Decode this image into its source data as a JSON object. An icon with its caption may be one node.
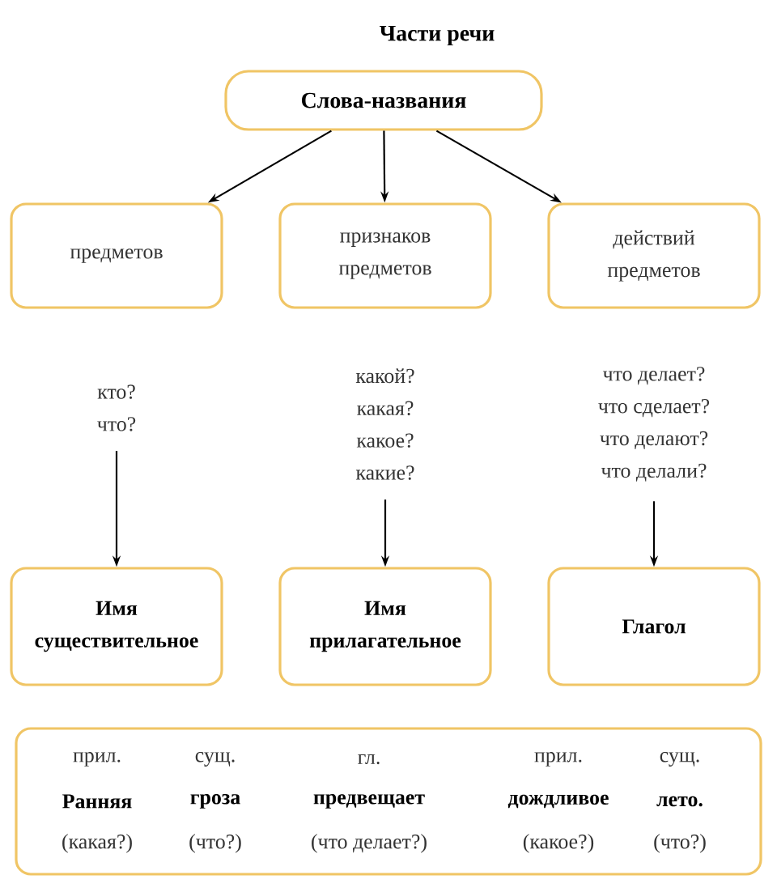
{
  "diagram": {
    "title": "Части речи",
    "nodes": [
      {
        "text": [
          "Слова-названия"
        ]
      },
      {
        "text": [
          "предметов"
        ]
      },
      {
        "text": [
          "признаков предметов"
        ]
      },
      {
        "text": [
          "действий предметов"
        ]
      },
      {
        "text": [
          "кто?",
          "что?"
        ]
      },
      {
        "text": [
          "какой?",
          "какая?",
          "какое?",
          "какие?"
        ]
      },
      {
        "text": [
          "что делает?",
          "что сделает?",
          "что делают?",
          "что делали?"
        ]
      },
      {
        "text": [
          "Имя существительное"
        ]
      },
      {
        "text": [
          "Имя прилагательное"
        ]
      },
      {
        "text": [
          "Глагол"
        ]
      },
      {
        "text": [
          "прил.",
          "сущ.",
          "гл.",
          "прил.",
          "сущ.",
          "Ранняя",
          "гроза",
          "предвещает",
          "дождливое",
          "лето.",
          "(какая?)",
          "(что?)",
          "(что делает?)",
          "(какое?)",
          "(что?)"
        ]
      }
    ],
    "edges": [
      {
        "from": 0,
        "to": 1,
        "arrow": "to"
      },
      {
        "from": 0,
        "to": 2,
        "arrow": "to"
      },
      {
        "from": 0,
        "to": 3,
        "arrow": "to"
      },
      {
        "from": 4,
        "to": 7,
        "arrow": "to"
      },
      {
        "from": 5,
        "to": 8,
        "arrow": "to"
      },
      {
        "from": 6,
        "to": 9,
        "arrow": "to"
      }
    ]
  }
}
